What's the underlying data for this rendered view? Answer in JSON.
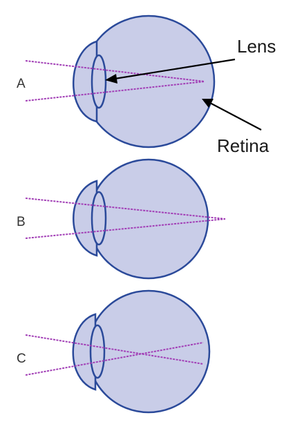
{
  "diagram": {
    "callouts": {
      "lens": "Lens",
      "retina": "Retina"
    },
    "panels": [
      {
        "label": "A",
        "focus": "on the retina"
      },
      {
        "label": "B",
        "focus": "behind the retina"
      },
      {
        "label": "C",
        "focus": "in front of the retina"
      }
    ]
  },
  "colors": {
    "eyeball_fill": "#c9cde8",
    "eyeball_stroke": "#2b4a9a",
    "ray": "#a23fb6",
    "pointer": "#000000"
  }
}
